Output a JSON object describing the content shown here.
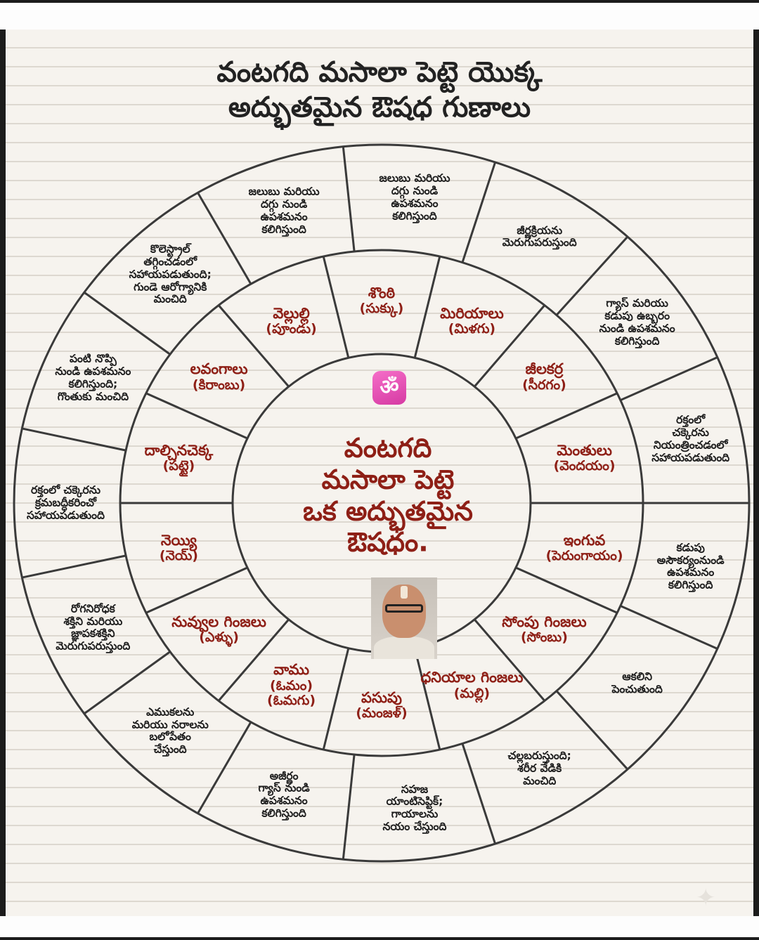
{
  "title": {
    "line1": "వంటగది మసాలా పెట్టె యొక్క",
    "line2": "అద్భుతమైన ఔషధ గుణాలు"
  },
  "center": {
    "icon": "om-icon",
    "text": "వంటగది\nమసాలా పెట్టె\nఒక అద్భుతమైన\nఔషధం."
  },
  "spices": [
    {
      "name": "శొంఠి",
      "alt": "(సుక్కు)"
    },
    {
      "name": "మిరియాలు",
      "alt": "(మిళగు)"
    },
    {
      "name": "జీలకర్ర",
      "alt": "(సీరగం)"
    },
    {
      "name": "మెంతులు",
      "alt": "(వెందయం)"
    },
    {
      "name": "ఇంగువ",
      "alt": "(పెరుంగాయం)"
    },
    {
      "name": "సోంపు గింజలు",
      "alt": "(సోంబు)"
    },
    {
      "name": "ధనియాల గింజలు",
      "alt": "(మల్లి)"
    },
    {
      "name": "పసుపు",
      "alt": "(మంజళ్)"
    },
    {
      "name": "వాము",
      "alt": "(ఓమం)\n(ఓమగు)"
    },
    {
      "name": "నువ్వుల గింజలు",
      "alt": "(ఎళ్ళు)"
    },
    {
      "name": "నెయ్యి",
      "alt": "(నెయ్)"
    },
    {
      "name": "దాల్చినచెక్క",
      "alt": "(పట్టై)"
    },
    {
      "name": "లవంగాలు",
      "alt": "(కిరాంబు)"
    },
    {
      "name": "వెల్లుల్లి",
      "alt": "(పూండు)"
    }
  ],
  "benefits": [
    "జలుబు మరియు\nదగ్గు నుండి\nఉపశమనం\nకలిగిస్తుంది",
    "జీర్ణక్రియను\nమెరుగుపరుస్తుంది",
    "గ్యాస్ మరియు\nకడుపు ఉబ్బరం\nనుండి ఉపశమనం\nకలిగిస్తుంది",
    "రక్తంలో\nచక్కెరను\nనియంత్రించడంలో\nసహాయపడుతుంది",
    "కడుపు\nఅసౌకర్యంనుండి\nఉపశమనం\nకలిగిస్తుంది",
    "ఆకలిని\nపెంచుతుంది",
    "చల్లబరుస్తుంది;\nశరీర వేడికి\nమంచిది",
    "సహజ\nయాంటిసెప్టిక్;\nగాయాలను\nనయం చేస్తుంది",
    "అజీర్ణం\nగ్యాస్ నుండి\nఉపశమనం\nకలిగిస్తుంది",
    "ఎముకలను\nమరియు నరాలను\nబలోపేతం\nచేస్తుంది",
    "రోగనిరోధక\nశక్తిని మరియు\nజ్ఞాపకశక్తిని\nమెరుగుపరుస్తుంది",
    "రక్తంలో చక్కెరను\nక్రమబద్ధీకరించో\nసహాయపడుతుంది",
    "పంటి నొప్పి\nనుండి ఉపశమనం\nకలిగిస్తుంది;\nగొంతుకు మంచిది",
    "కొలెస్ట్రాల్\nతగ్గించడంలో\nసహాయపడుతుంది;\nగుండె ఆరోగ్యానికి\nమంచిది",
    "జలుబు మరియు\nదగ్గు నుండి\nఉపశమనం\nకలిగిస్తుంది"
  ],
  "colors": {
    "spice_text": "#8e1f16",
    "benefit_text": "#1e1e1e",
    "line": "#3a3a3a",
    "om_badge": "#d63aa3"
  }
}
